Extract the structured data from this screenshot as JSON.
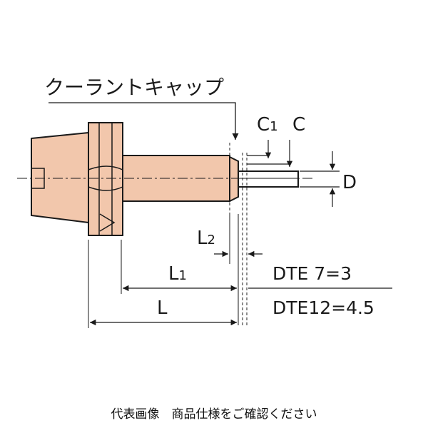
{
  "part_label": "クーラントキャップ",
  "dim": {
    "c1_main": "C",
    "c1_sub": "1",
    "c": "C",
    "d": "D",
    "l2_main": "L",
    "l2_sub": "2",
    "l1_main": "L",
    "l1_sub": "1",
    "l": "L"
  },
  "notes": {
    "dte7": "DTE 7=3",
    "dte12": "DTE12=4.5"
  },
  "caption": "代表画像　商品仕様をご確認ください",
  "colors": {
    "body_fill": "#f2c7ac",
    "outline": "#1a1a1a"
  }
}
